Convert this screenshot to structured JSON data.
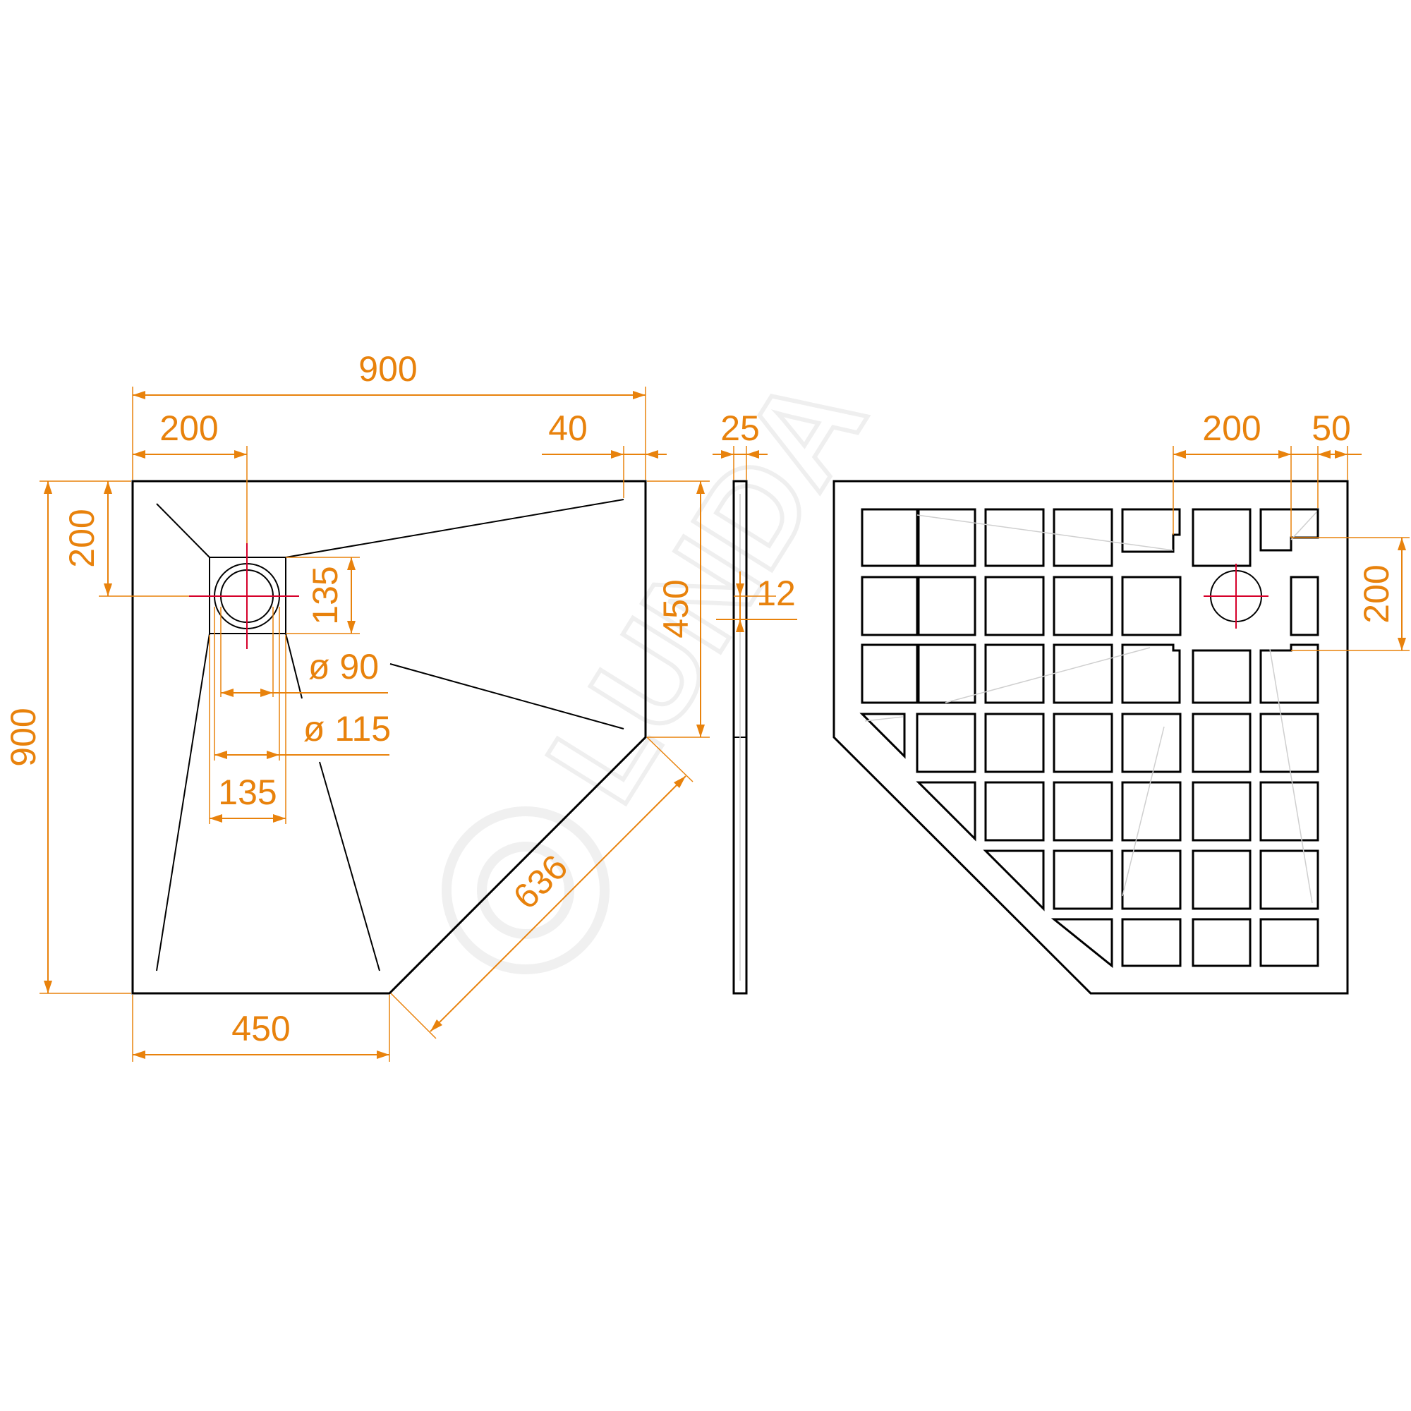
{
  "watermark": {
    "text": "LUNDA"
  },
  "dimensions": {
    "top_width": "900",
    "top_drain_offset": "200",
    "top_corner_offset": "40",
    "left_height": "900",
    "left_drain_offset": "200",
    "drain_box_height": "135",
    "right_side_height": "450",
    "inner_diameter": "ø 90",
    "outer_diameter": "ø 115",
    "drain_box_width": "135",
    "diagonal_edge": "636",
    "bottom_width": "450",
    "profile_thickness": "25",
    "profile_step": "12",
    "bottom_view_drain_offset": "200",
    "bottom_view_edge_offset": "50",
    "bottom_view_drain_height": "200"
  },
  "colors": {
    "outline": "#000000",
    "dimension": "#e8820c",
    "centerline": "#d6002a",
    "watermark": "#f0f0f0"
  }
}
